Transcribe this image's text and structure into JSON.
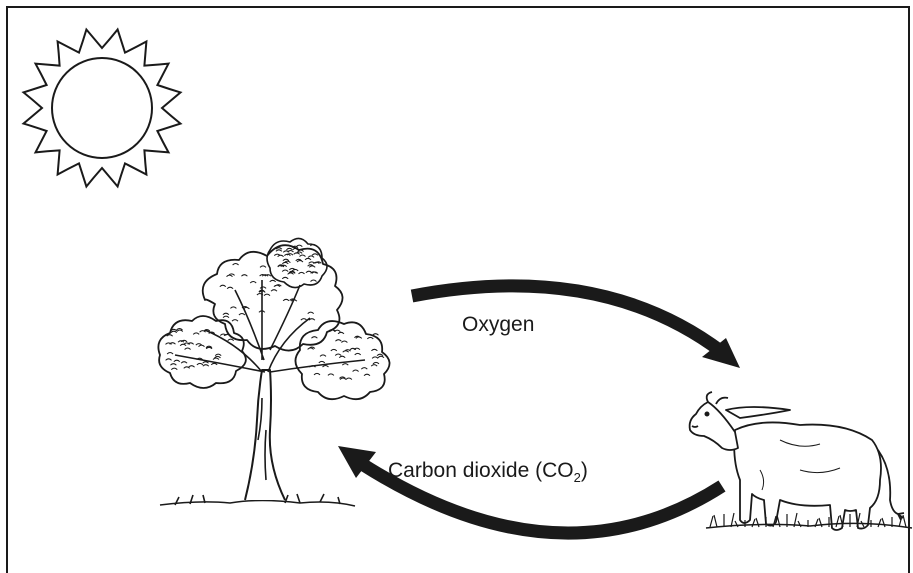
{
  "labels": {
    "oxygen": "Oxygen",
    "co2_prefix": "Carbon dioxide (CO",
    "co2_subscript": "2",
    "co2_suffix": ")"
  },
  "colors": {
    "ink": "#1a1a1a",
    "background": "#ffffff"
  },
  "icons": [
    "sun-icon",
    "tree-icon",
    "cow-icon",
    "arrow-to-cow",
    "arrow-to-tree"
  ]
}
